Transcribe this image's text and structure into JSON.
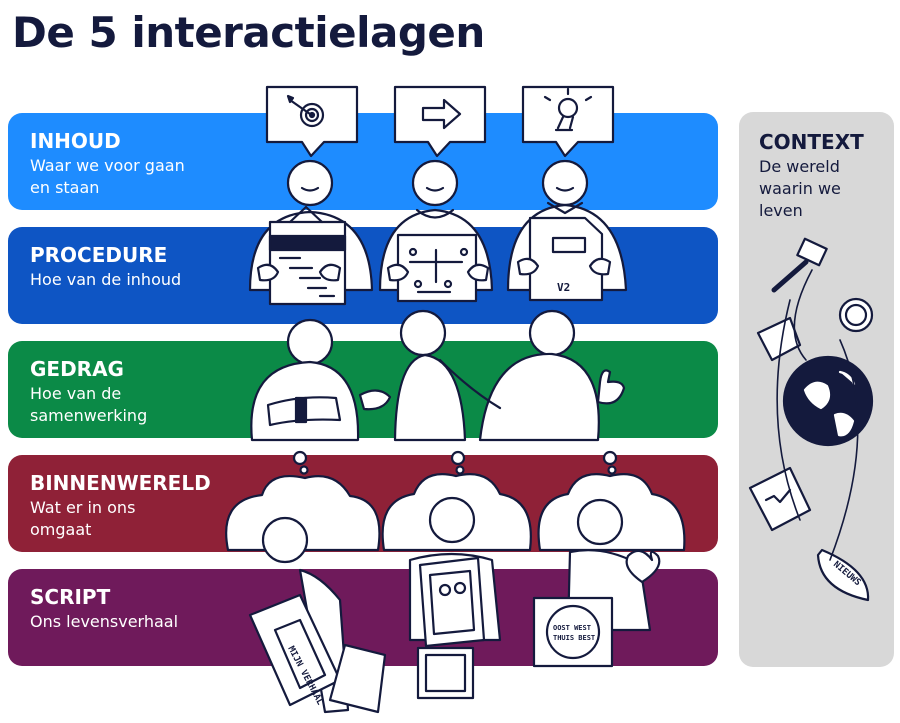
{
  "title": "De 5 interactielagen",
  "layers": [
    {
      "label": "INHOUD",
      "subtitle": "Waar we voor gaan en staan",
      "color": "#1e8cff"
    },
    {
      "label": "PROCEDURE",
      "subtitle": "Hoe van de inhoud",
      "color": "#0e55c4"
    },
    {
      "label": "GEDRAG",
      "subtitle": "Hoe van de samenwerking",
      "color": "#0b8a47"
    },
    {
      "label": "BINNENWERELD",
      "subtitle": "Wat er in ons omgaat",
      "color": "#8f2137"
    },
    {
      "label": "SCRIPT",
      "subtitle": "Ons levensverhaal",
      "color": "#6f1a5b"
    }
  ],
  "context": {
    "label": "CONTEXT",
    "subtitle": "De wereld waarin we leven",
    "color": "#d8d8d8"
  },
  "illustration_labels": {
    "version_tag": "V2",
    "book_title": "MIJN VERHAAL",
    "plate_text_line1": "OOST WEST",
    "plate_text_line2": "THUIS BEST",
    "newspaper": "NIEUWS"
  },
  "colors": {
    "ink": "#141a3d",
    "paper": "#ffffff"
  }
}
